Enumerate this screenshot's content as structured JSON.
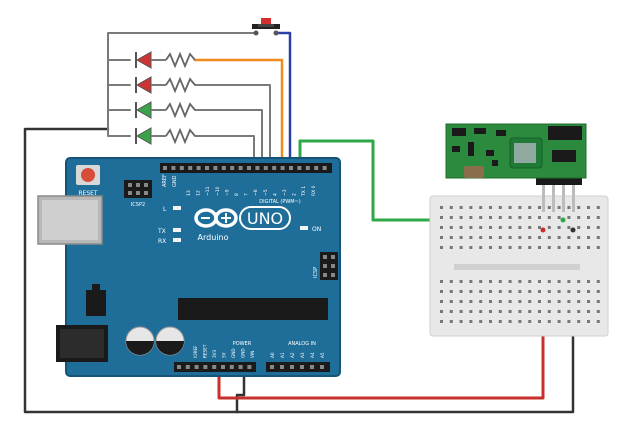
{
  "board": {
    "reset_label": "RESET",
    "icsp2_label": "ICSP2",
    "aref_label": "AREF",
    "gnd_label": "GND",
    "digital_label": "DIGITAL (PWM~)",
    "l_label": "L",
    "tx_label": "TX",
    "rx_label": "RX",
    "on_label": "ON",
    "uno_label": "UNO",
    "brand_label": "Arduino",
    "icsp_label": "ICSP",
    "power_label": "POWER",
    "analog_label": "ANALOG IN",
    "digital_pins": [
      "13",
      "12",
      "~11",
      "~10",
      "~9",
      "8",
      "7",
      "~6",
      "~5",
      "4",
      "~3",
      "2",
      "TX 1",
      "RX 0"
    ],
    "power_pins": [
      "IOREF",
      "RESET",
      "3V3",
      "5V",
      "GND",
      "GND",
      "VIN"
    ],
    "analog_pins": [
      "A0",
      "A1",
      "A2",
      "A3",
      "A4",
      "A5"
    ]
  },
  "leds": [
    {
      "color": "#cc3333"
    },
    {
      "color": "#cc3333"
    },
    {
      "color": "#3aa34a"
    },
    {
      "color": "#3aa34a"
    }
  ],
  "colors": {
    "board": "#1f6e99",
    "board_edge": "#155478",
    "wire_gray": "#7a7a7a",
    "wire_black": "#333333",
    "wire_orange": "#f08a1c",
    "wire_blue": "#2a3fa8",
    "wire_green": "#2fa84a",
    "wire_red": "#c9302c",
    "module": "#2b8a3e",
    "breadboard": "#e8e8e8"
  }
}
